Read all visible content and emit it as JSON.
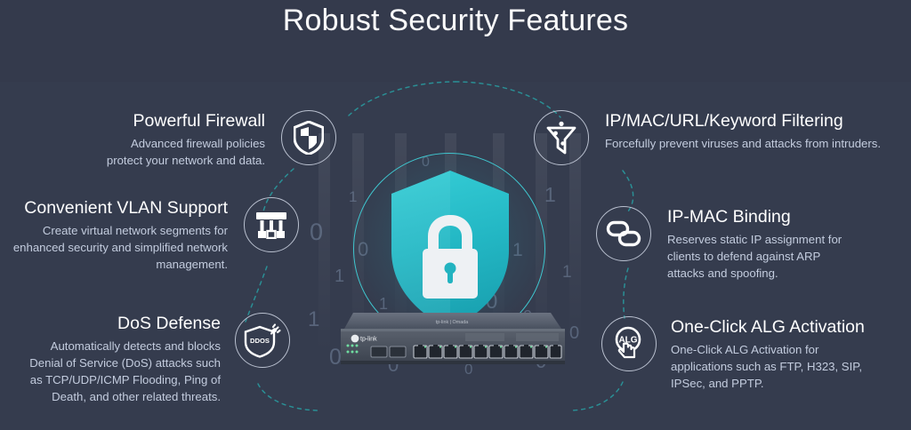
{
  "page": {
    "title": "Robust Security Features",
    "background_color": "#353b4d",
    "accent_color": "#2fc3cc",
    "heading_color": "#ffffff",
    "body_text_color": "#c3ccde"
  },
  "center": {
    "shield_icon": "shield-lock-icon",
    "shield_color": "#2bc2cd",
    "lock_color": "#eef1f4",
    "halo_color": "#3fc6cf",
    "binary_digits": [
      "0",
      "1",
      "1",
      "0",
      "0",
      "1",
      "0",
      "1",
      "1",
      "0",
      "1",
      "0",
      "0",
      "1",
      "1",
      "0",
      "1",
      "0",
      "0",
      "1"
    ]
  },
  "device": {
    "name": "router-device",
    "brand": "tp-link",
    "sub_brand": "Omada",
    "port_count": 10,
    "sfp_port_count": 2
  },
  "features": {
    "left": [
      {
        "id": "firewall",
        "icon": "shield-check-icon",
        "heading": "Powerful Firewall",
        "description": "Advanced firewall policies protect your network and data."
      },
      {
        "id": "vlan",
        "icon": "vlan-network-icon",
        "heading": "Convenient VLAN Support",
        "description": "Create virtual network segments for enhanced security and simplified network management."
      },
      {
        "id": "dos",
        "icon": "ddos-shield-icon",
        "icon_label": "DDOS",
        "heading": "DoS Defense",
        "description": "Automatically detects and blocks Denial of Service (DoS) attacks such as TCP/UDP/ICMP Flooding, Ping of Death, and other related threats."
      }
    ],
    "right": [
      {
        "id": "filter",
        "icon": "funnel-filter-icon",
        "heading": "IP/MAC/URL/Keyword Filtering",
        "description": "Forcefully prevent viruses and attacks from intruders."
      },
      {
        "id": "binding",
        "icon": "chain-link-icon",
        "heading": "IP-MAC Binding",
        "description": "Reserves static IP assignment for clients to defend against ARP attacks and spoofing."
      },
      {
        "id": "alg",
        "icon": "alg-click-icon",
        "icon_label": "ALG",
        "heading": "One-Click ALG Activation",
        "description": "One-Click ALG Activation for applications such as FTP, H323, SIP, IPSec, and PPTP."
      }
    ]
  }
}
